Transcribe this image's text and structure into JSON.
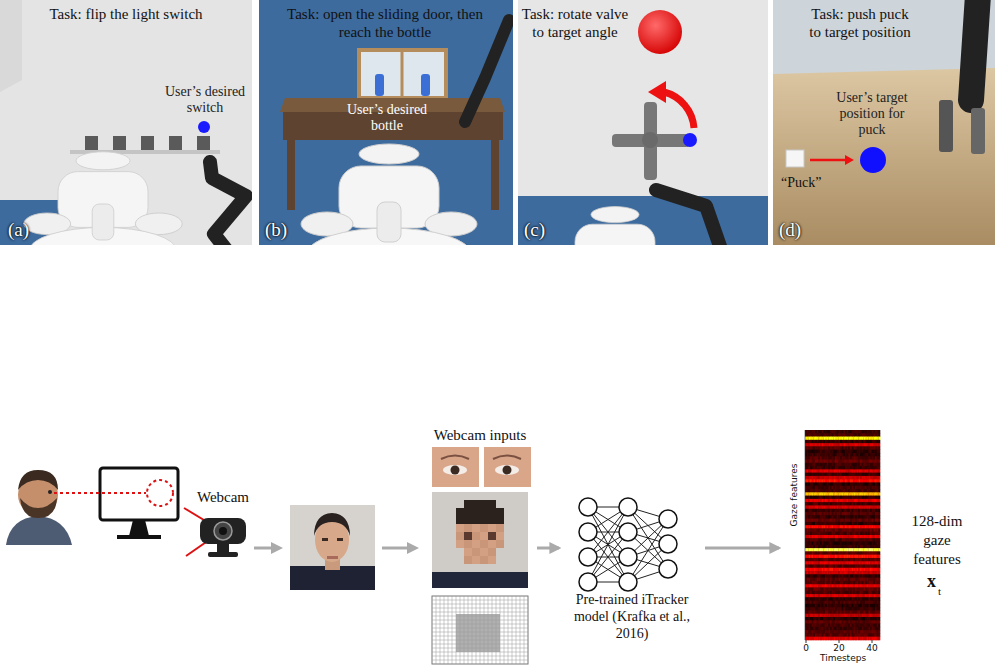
{
  "diagram": {
    "nodes": [
      {
        "text": [
          "Task: flip the light switch",
          "User’s desired switch",
          "(a)"
        ]
      },
      {
        "text": [
          "Task: open the sliding door, then reach the bottle",
          "User’s desired bottle",
          "(b)"
        ]
      },
      {
        "text": [
          "Task: rotate valve to target angle",
          "(c)"
        ]
      },
      {
        "text": [
          "Task: push puck to target position",
          "User’s target position for puck",
          "“Puck”",
          "(d)"
        ]
      },
      {
        "text": [
          "Webcam"
        ]
      },
      {
        "text": [
          "Webcam inputs"
        ]
      },
      {
        "text": [
          "Pre-trained iTracker model (Krafka et al., 2016)"
        ]
      },
      {
        "text": [
          "Gaze features",
          "Timesteps"
        ]
      }
    ],
    "edges": [
      {
        "from": 5,
        "to": 6,
        "arrow": "to"
      },
      {
        "from": 6,
        "to": 7,
        "arrow": "to"
      }
    ],
    "labels": [
      "0",
      "20",
      "40",
      "128-dim gaze features",
      "x",
      "t"
    ]
  }
}
